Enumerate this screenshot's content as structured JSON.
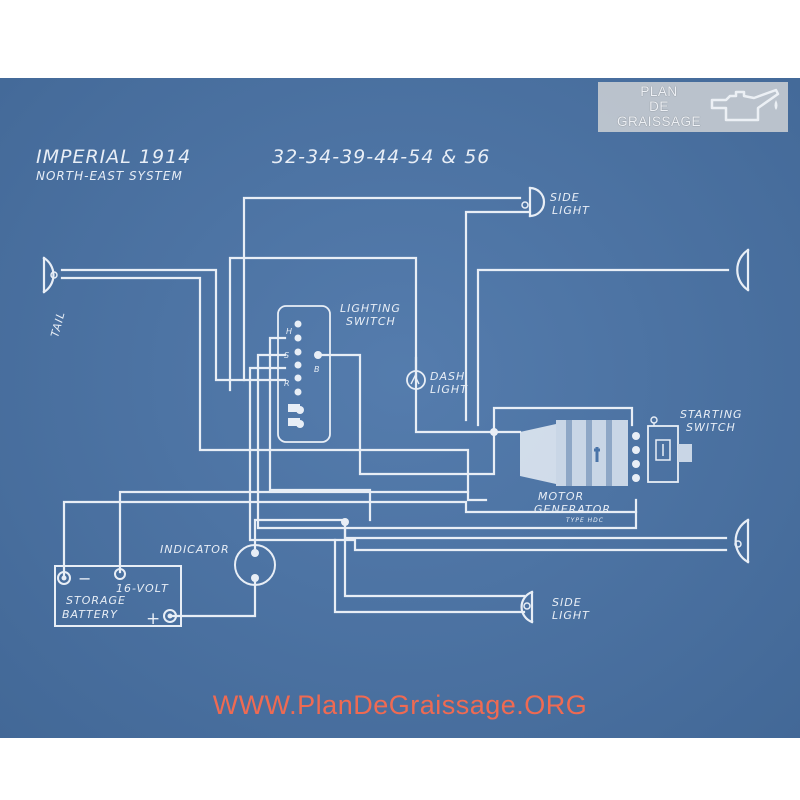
{
  "diagram": {
    "title": "IMPERIAL 1914",
    "models": "32-34-39-44-54 & 56",
    "subtitle": "NORTH-EAST SYSTEM",
    "labels": {
      "side_light_top_1": "SIDE",
      "side_light_top_2": "LIGHT",
      "tail": "TAIL",
      "lighting_switch_1": "LIGHTING",
      "lighting_switch_2": "SWITCH",
      "switch_h": "H",
      "switch_s": "S",
      "switch_r": "R",
      "switch_b": "B",
      "dash_light_1": "DASH",
      "dash_light_2": "LIGHT",
      "starting_switch_1": "STARTING",
      "starting_switch_2": "SWITCH",
      "motor_generator_1": "MOTOR",
      "motor_generator_2": "GENERATOR",
      "motor_type": "TYPE HDC",
      "indicator": "INDICATOR",
      "battery_minus": "−",
      "battery_volt": "16-VOLT",
      "battery_storage": "STORAGE",
      "battery_battery": "BATTERY",
      "battery_plus": "+",
      "side_light_bottom_1": "SIDE",
      "side_light_bottom_2": "LIGHT"
    }
  },
  "logo": {
    "line1": "PLAN",
    "line2": "DE",
    "line3": "GRAISSAGE",
    "icon": "oil-can-icon"
  },
  "watermark": "WWW.PlanDeGraissage.ORG",
  "colors": {
    "blueprint": "#4a74a8",
    "ink": "#e8eef6",
    "watermark": "#ef6a52"
  }
}
